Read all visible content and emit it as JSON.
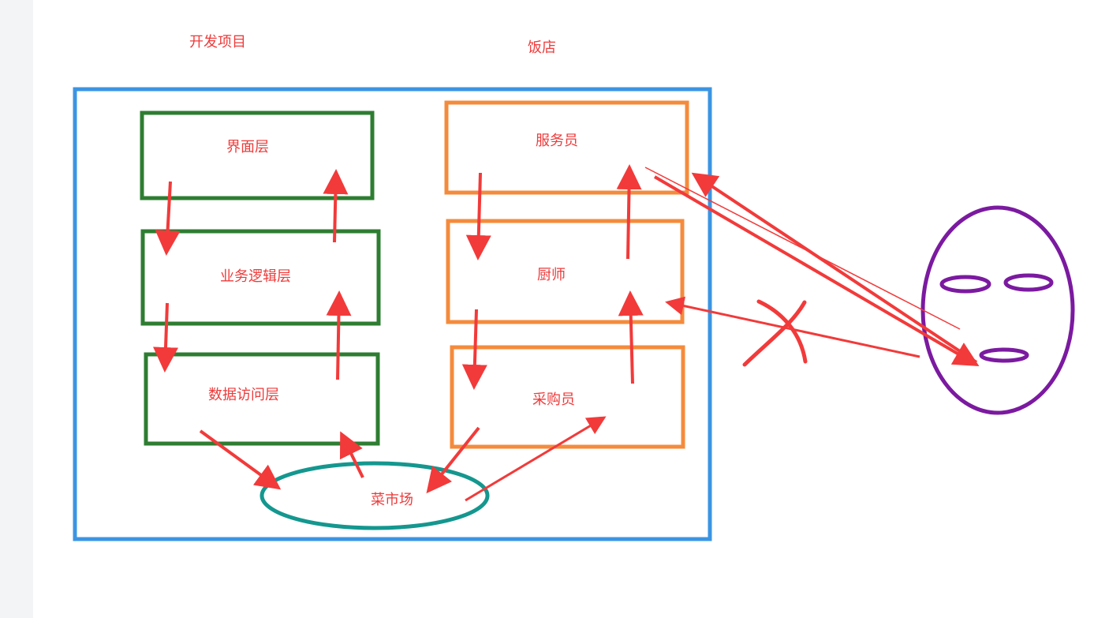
{
  "labels": {
    "dev_project": "开发项目",
    "restaurant": "饭店",
    "ui_layer": "界面层",
    "business_layer": "业务逻辑层",
    "data_layer": "数据访问层",
    "waiter": "服务员",
    "chef": "厨师",
    "buyer": "采购员",
    "market": "菜市场"
  },
  "colors": {
    "outer_frame": "#3b95e3",
    "layer_box": "#2e7d32",
    "restaurant_box": "#f48b3c",
    "market_ellipse": "#14978f",
    "face": "#7b1aa0",
    "arrow": "#f23a3a",
    "label": "#ee3b3b",
    "left_strip": "#f3f4f6"
  }
}
